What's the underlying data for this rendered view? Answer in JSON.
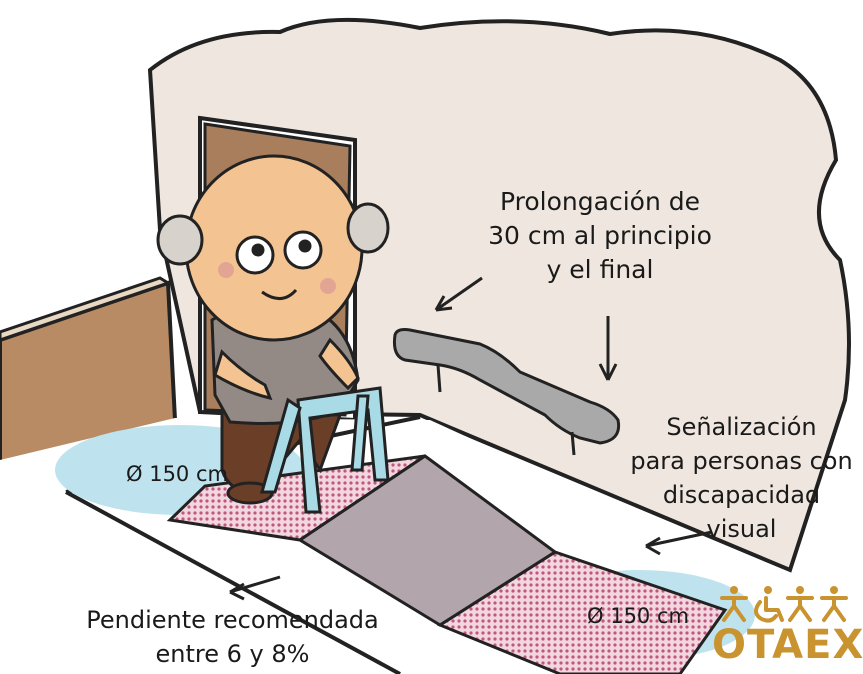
{
  "labels": {
    "handrail_extension": [
      "Prolongación de",
      "30 cm al principio",
      "y el final"
    ],
    "tactile_signage": [
      "Señalización",
      "para personas con",
      "discapacidad",
      "visual"
    ],
    "slope": [
      "Pendiente recomendada",
      "entre 6 y 8%"
    ],
    "turn_area_left": "Ø 150 cm",
    "turn_area_right": "Ø 150 cm"
  },
  "logo": {
    "text": "OTAEX",
    "icon": "people-with-wheelchair-icon"
  },
  "colors": {
    "wall": "#efe7df",
    "wall_outline": "#222222",
    "turn_circle": "#bfe3ee",
    "tactile_pavement": "#e6a9bd",
    "ramp": "#b2a6ac",
    "door": "#a87e5c",
    "low_wall": "#b98b64",
    "handrail": "#a9a9aa",
    "skin": "#f3c492",
    "shirt": "#948a85",
    "trousers": "#6b3e28",
    "walker": "#a9dbe6",
    "logo": "#c9942f"
  }
}
